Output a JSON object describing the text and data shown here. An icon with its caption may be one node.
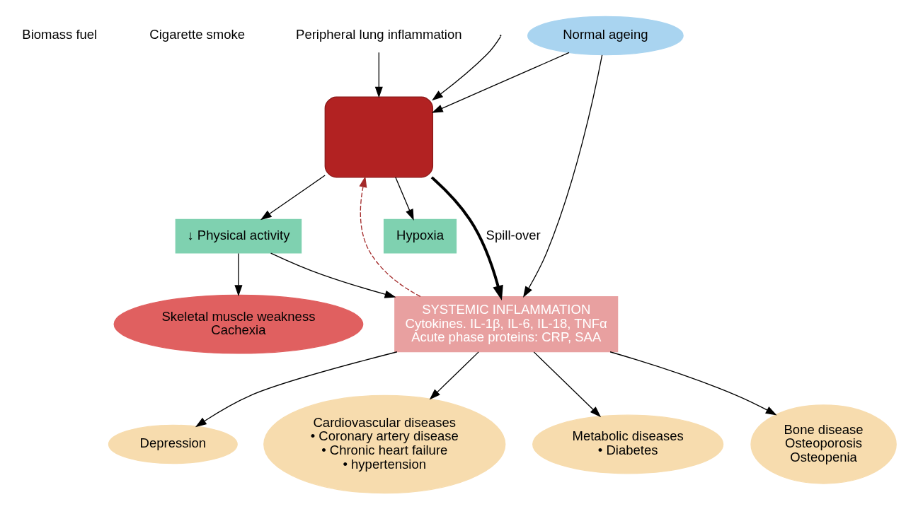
{
  "diagram": {
    "nodes": [
      {
        "text": [
          "Cigarette smoke"
        ]
      },
      {
        "text": [
          "Biomass fuel"
        ]
      },
      {
        "text": [
          "Normal ageing"
        ]
      },
      {
        "text": [],
        "shape": "box"
      },
      {
        "text": [
          "Peripheral lung inflammation"
        ]
      },
      {
        "text": [
          "↓ Physical activity"
        ]
      },
      {
        "text": [
          "Hypoxia"
        ]
      },
      {
        "text": [
          "Skeletal muscle weakness",
          "Cachexia"
        ]
      },
      {
        "text": [
          "SYSTEMIC INFLAMMATION",
          "Cytokines. IL-1β, IL-6, IL-18, TNFα",
          "Acute phase proteins: CRP, SAA"
        ]
      },
      {
        "text": [
          "Depression"
        ]
      },
      {
        "text": [
          "Cardiovascular diseases",
          "• Coronary artery disease",
          "• Chronic heart failure",
          "• hypertension"
        ]
      },
      {
        "text": [
          "Metabolic diseases",
          "• Diabetes"
        ]
      },
      {
        "text": [
          "Bone disease",
          "Osteoporosis",
          "Osteopenia"
        ]
      }
    ],
    "edges": [
      {
        "from": null,
        "to": 3,
        "arrow": "to"
      },
      {
        "from": 2,
        "to": 3,
        "arrow": "to"
      },
      {
        "from": 2,
        "to": 8,
        "arrow": "to"
      },
      {
        "from": 4,
        "to": 3,
        "arrow": "to"
      },
      {
        "from": 3,
        "to": 5,
        "arrow": "to"
      },
      {
        "from": 5,
        "to": 7,
        "arrow": "to"
      },
      {
        "from": 5,
        "to": 8,
        "arrow": "to"
      },
      {
        "from": 3,
        "to": 6,
        "arrow": "to"
      },
      {
        "from": 3,
        "to": 8,
        "arrow": "to",
        "label": "Spill-over",
        "style": "thick"
      },
      {
        "from": 8,
        "to": 3,
        "arrow": "to",
        "style": "dashed",
        "color": "#a32a2a"
      },
      {
        "from": 8,
        "to": 9,
        "arrow": "to"
      },
      {
        "from": 8,
        "to": 10,
        "arrow": "to"
      },
      {
        "from": 8,
        "to": 11,
        "arrow": "to"
      },
      {
        "from": 8,
        "to": 12,
        "arrow": "to"
      }
    ]
  }
}
